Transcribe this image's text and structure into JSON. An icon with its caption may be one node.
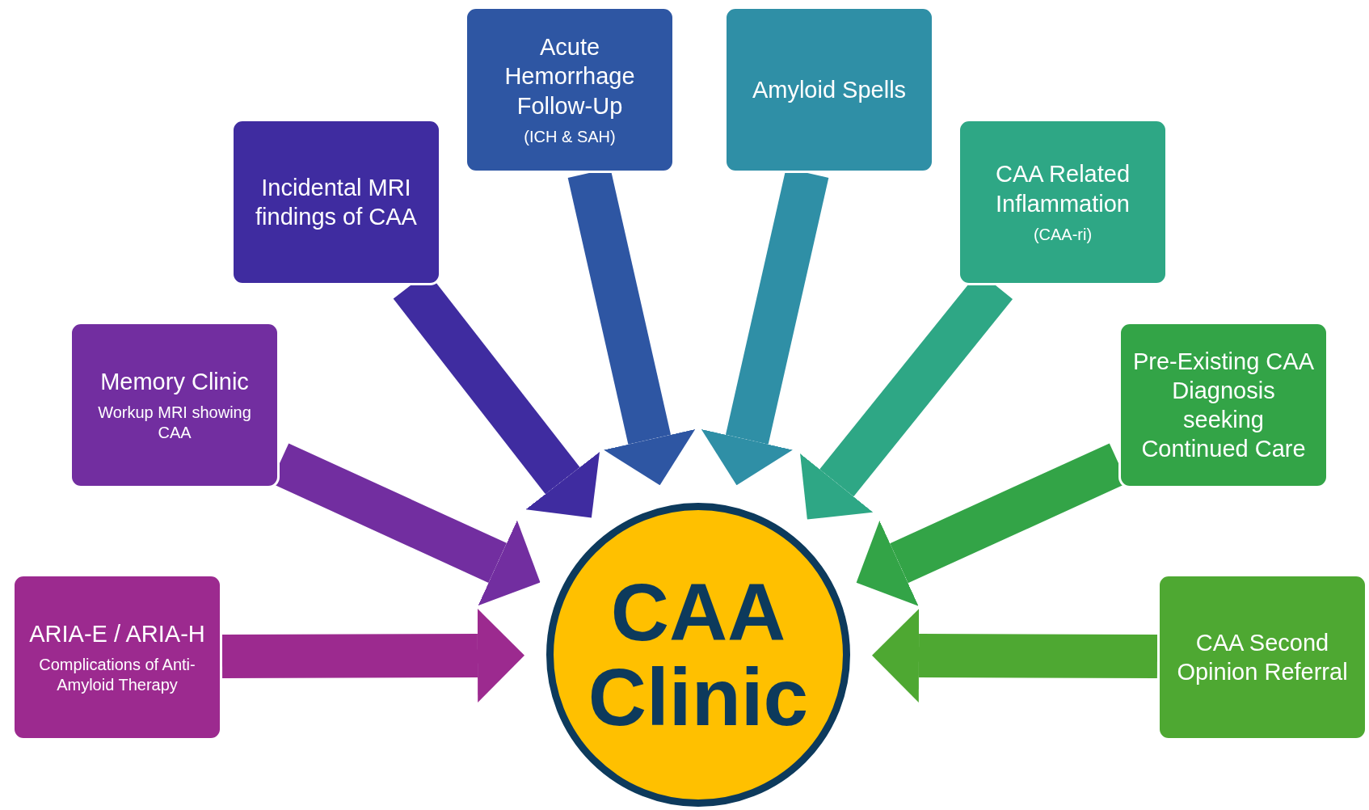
{
  "diagram": {
    "nodes": [
      {
        "text": [
          "ARIA-E / ARIA-H",
          "Complications of Anti-Amyloid Therapy"
        ]
      },
      {
        "text": [
          "Memory Clinic",
          "Workup MRI showing CAA"
        ]
      },
      {
        "text": [
          "Incidental MRI findings of CAA"
        ]
      },
      {
        "text": [
          "Acute Hemorrhage Follow-Up",
          "(ICH & SAH)"
        ]
      },
      {
        "text": [
          "Amyloid Spells"
        ]
      },
      {
        "text": [
          "CAA Related Inflammation",
          "(CAA-ri)"
        ]
      },
      {
        "text": [
          "Pre-Existing CAA Diagnosis seeking Continued Care"
        ]
      },
      {
        "text": [
          "CAA Second Opinion Referral"
        ]
      },
      {
        "text": [
          "CAA Clinic"
        ]
      }
    ],
    "edges": [
      {
        "from": 0,
        "to": 8,
        "arrow": "to",
        "color": "#9c2a8f"
      },
      {
        "from": 1,
        "to": 8,
        "arrow": "to",
        "color": "#722ea0"
      },
      {
        "from": 2,
        "to": 8,
        "arrow": "to",
        "color": "#3f2ca0"
      },
      {
        "from": 3,
        "to": 8,
        "arrow": "to",
        "color": "#2e56a3"
      },
      {
        "from": 4,
        "to": 8,
        "arrow": "to",
        "color": "#2f8fa6"
      },
      {
        "from": 5,
        "to": 8,
        "arrow": "to",
        "color": "#2ea785"
      },
      {
        "from": 6,
        "to": 8,
        "arrow": "to",
        "color": "#33a447"
      },
      {
        "from": 7,
        "to": 8,
        "arrow": "to",
        "color": "#4ea832"
      }
    ]
  }
}
